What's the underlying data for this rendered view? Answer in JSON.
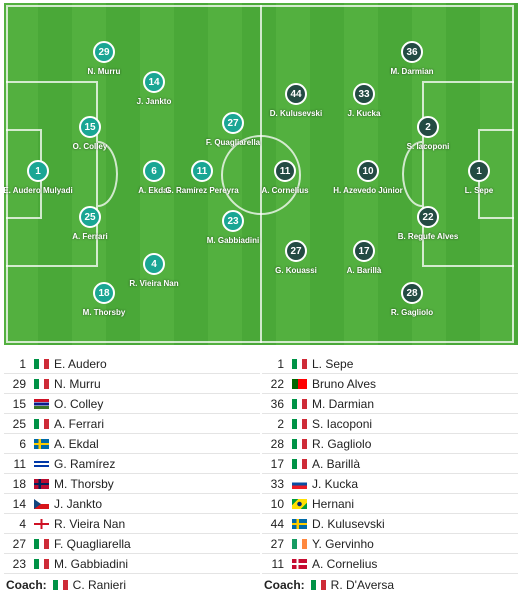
{
  "colors": {
    "home_disc": "#1aa694",
    "away_disc": "#234b43",
    "pitch": "#4fac3c"
  },
  "pitch": {
    "home": [
      {
        "number": "1",
        "name": "E. Audero Mulyadi"
      },
      {
        "number": "29",
        "name": "N. Murru"
      },
      {
        "number": "15",
        "name": "O. Colley"
      },
      {
        "number": "25",
        "name": "A. Ferrari"
      },
      {
        "number": "14",
        "name": "J. Jankto"
      },
      {
        "number": "6",
        "name": "A. Ekdal"
      },
      {
        "number": "4",
        "name": "R. Vieira Nan"
      },
      {
        "number": "18",
        "name": "M. Thorsby"
      },
      {
        "number": "27",
        "name": "F. Quagliarella"
      },
      {
        "number": "11",
        "name": "G. Ramírez Pereyra"
      },
      {
        "number": "23",
        "name": "M. Gabbiadini"
      }
    ],
    "away": [
      {
        "number": "1",
        "name": "L. Sepe"
      },
      {
        "number": "36",
        "name": "M. Darmian"
      },
      {
        "number": "2",
        "name": "S. Iacoponi"
      },
      {
        "number": "22",
        "name": "B. Regufe Alves"
      },
      {
        "number": "28",
        "name": "R. Gagliolo"
      },
      {
        "number": "33",
        "name": "J. Kucka"
      },
      {
        "number": "10",
        "name": "H. Azevedo Júnior"
      },
      {
        "number": "17",
        "name": "A. Barillà"
      },
      {
        "number": "44",
        "name": "D. Kulusevski"
      },
      {
        "number": "11",
        "name": "A. Cornelius"
      },
      {
        "number": "27",
        "name": "G. Kouassi"
      }
    ]
  },
  "home_roster": [
    {
      "number": "1",
      "flag": "italy-flag",
      "name": "E. Audero"
    },
    {
      "number": "29",
      "flag": "italy-flag",
      "name": "N. Murru"
    },
    {
      "number": "15",
      "flag": "gambia-flag",
      "name": "O. Colley"
    },
    {
      "number": "25",
      "flag": "italy-flag",
      "name": "A. Ferrari"
    },
    {
      "number": "6",
      "flag": "sweden-flag",
      "name": "A. Ekdal"
    },
    {
      "number": "11",
      "flag": "uruguay-flag",
      "name": "G. Ramírez"
    },
    {
      "number": "18",
      "flag": "norway-flag",
      "name": "M. Thorsby"
    },
    {
      "number": "14",
      "flag": "czech-flag",
      "name": "J. Jankto"
    },
    {
      "number": "4",
      "flag": "england-flag",
      "name": "R. Vieira Nan"
    },
    {
      "number": "27",
      "flag": "italy-flag",
      "name": "F. Quagliarella"
    },
    {
      "number": "23",
      "flag": "italy-flag",
      "name": "M. Gabbiadini"
    }
  ],
  "away_roster": [
    {
      "number": "1",
      "flag": "italy-flag",
      "name": "L. Sepe"
    },
    {
      "number": "22",
      "flag": "portugal-flag",
      "name": "Bruno Alves"
    },
    {
      "number": "36",
      "flag": "italy-flag",
      "name": "M. Darmian"
    },
    {
      "number": "2",
      "flag": "italy-flag",
      "name": "S. Iacoponi"
    },
    {
      "number": "28",
      "flag": "italy-flag",
      "name": "R. Gagliolo"
    },
    {
      "number": "17",
      "flag": "italy-flag",
      "name": "A. Barillà"
    },
    {
      "number": "33",
      "flag": "slovakia-flag",
      "name": "J. Kucka"
    },
    {
      "number": "10",
      "flag": "brazil-flag",
      "name": "Hernani"
    },
    {
      "number": "44",
      "flag": "sweden-flag",
      "name": "D. Kulusevski"
    },
    {
      "number": "27",
      "flag": "ireland-flag",
      "name": "Y. Gervinho"
    },
    {
      "number": "11",
      "flag": "denmark-flag",
      "name": "A. Cornelius"
    }
  ],
  "coach_label": "Coach:",
  "home_coach": {
    "flag": "italy-flag",
    "name": "C. Ranieri"
  },
  "away_coach": {
    "flag": "italy-flag",
    "name": "R. D'Aversa"
  }
}
